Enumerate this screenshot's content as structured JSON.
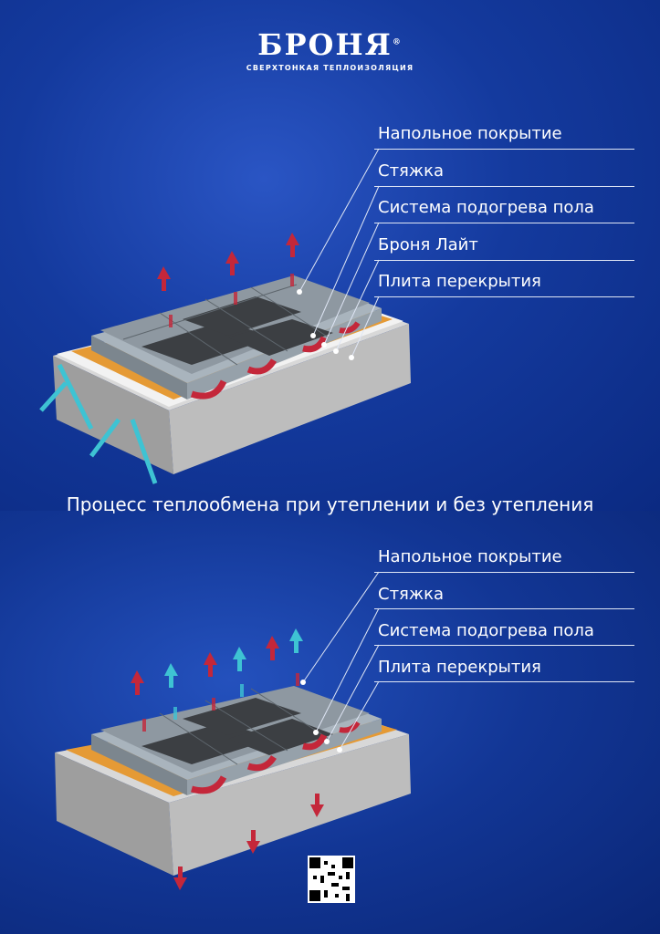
{
  "logo": {
    "name": "БРОНЯ",
    "reg_mark": "®",
    "tagline": "СВЕРХТОНКАЯ ТЕПЛОИЗОЛЯЦИЯ"
  },
  "caption": "Процесс теплообмена при утеплении и без утепления",
  "top_labels": [
    "Напольное покрытие",
    "Стяжка",
    "Система подогрева пола",
    "Броня Лайт",
    "Плита перекрытия"
  ],
  "bottom_labels": [
    "Напольное покрытие",
    "Стяжка",
    "Система подогрева пола",
    "Плита перекрытия"
  ],
  "colors": {
    "warm": "#c4273a",
    "cold": "#3ec3d3",
    "insulation": "#e59a35",
    "slab": "#c7c7c7"
  }
}
